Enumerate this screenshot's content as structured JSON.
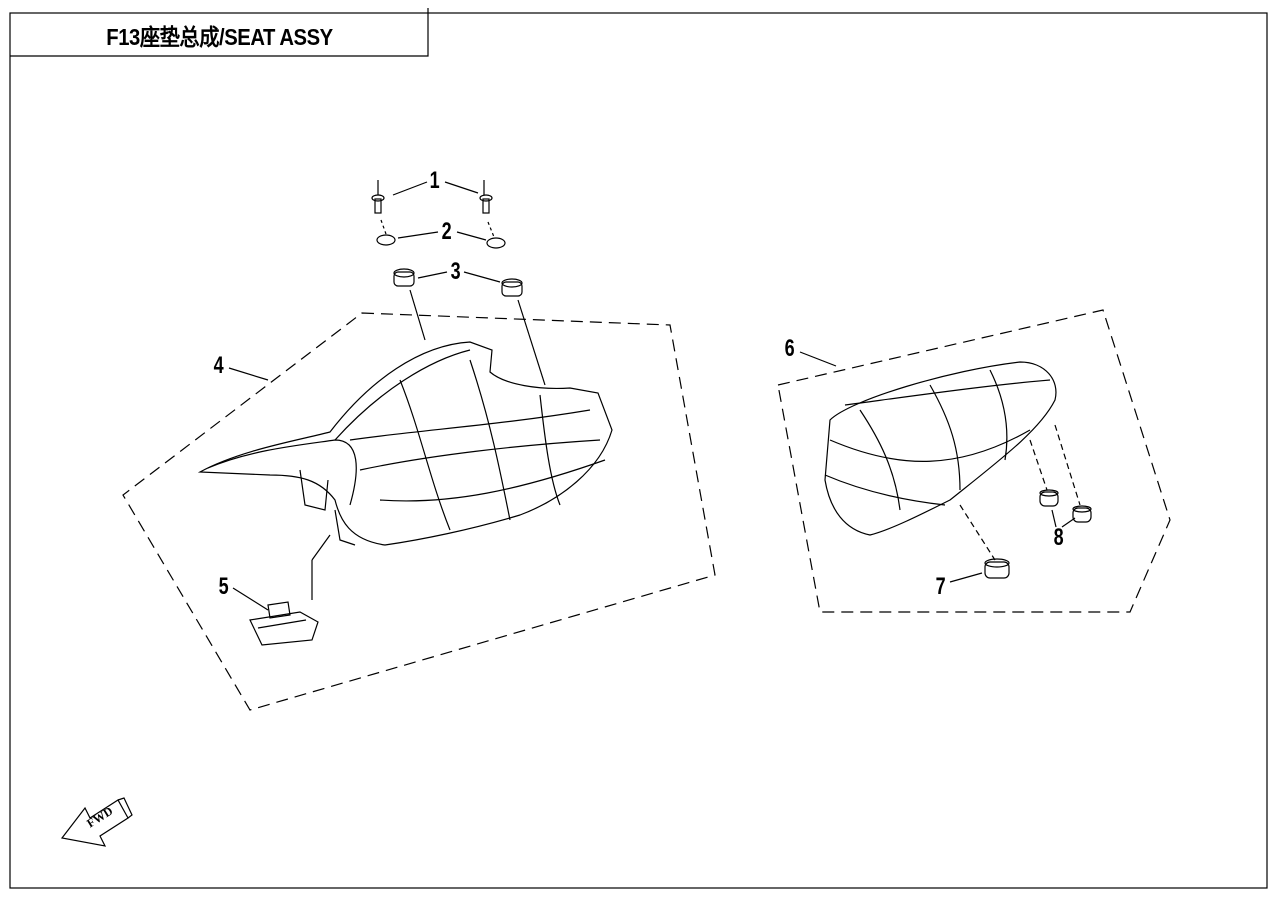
{
  "title": "F13座垫总成/SEAT ASSY",
  "callouts": [
    "1",
    "2",
    "3",
    "4",
    "5",
    "6",
    "7",
    "8"
  ],
  "fwd_label": "FWD",
  "line_color": "#000000"
}
